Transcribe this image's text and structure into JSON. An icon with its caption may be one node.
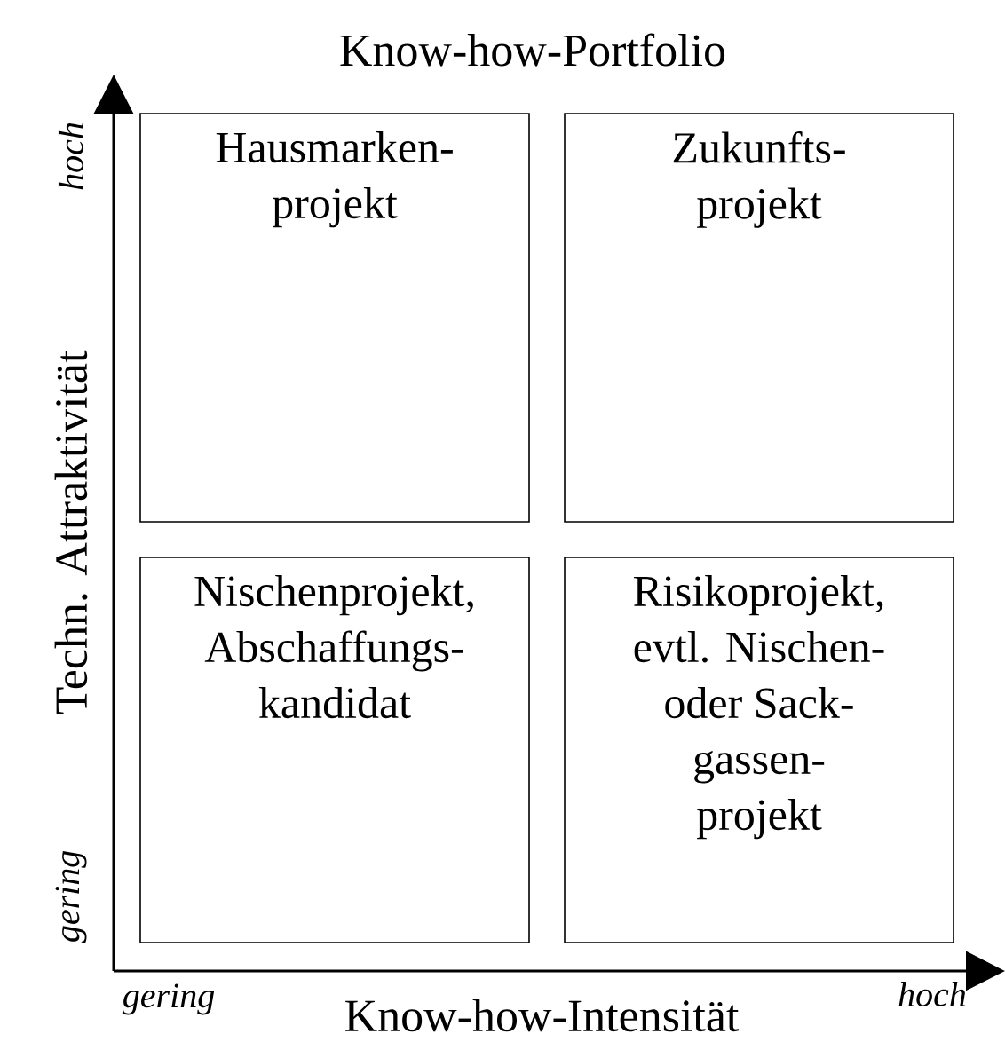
{
  "diagram": {
    "title": "Know-how-Portfolio",
    "nodes": [
      {
        "text": [
          "Hausmarken- projekt"
        ]
      },
      {
        "text": [
          "Zukunfts- projekt"
        ]
      },
      {
        "text": [
          "Nischenprojekt, Abschaffungs- kandidat"
        ]
      },
      {
        "text": [
          "Risikoprojekt, evtl. Nischen- oder Sack- gassen- projekt"
        ]
      }
    ],
    "labels": [
      "hoch",
      "Techn. Attraktivität",
      "gering",
      "gering",
      "hoch",
      "Know-how-Intensität"
    ]
  }
}
